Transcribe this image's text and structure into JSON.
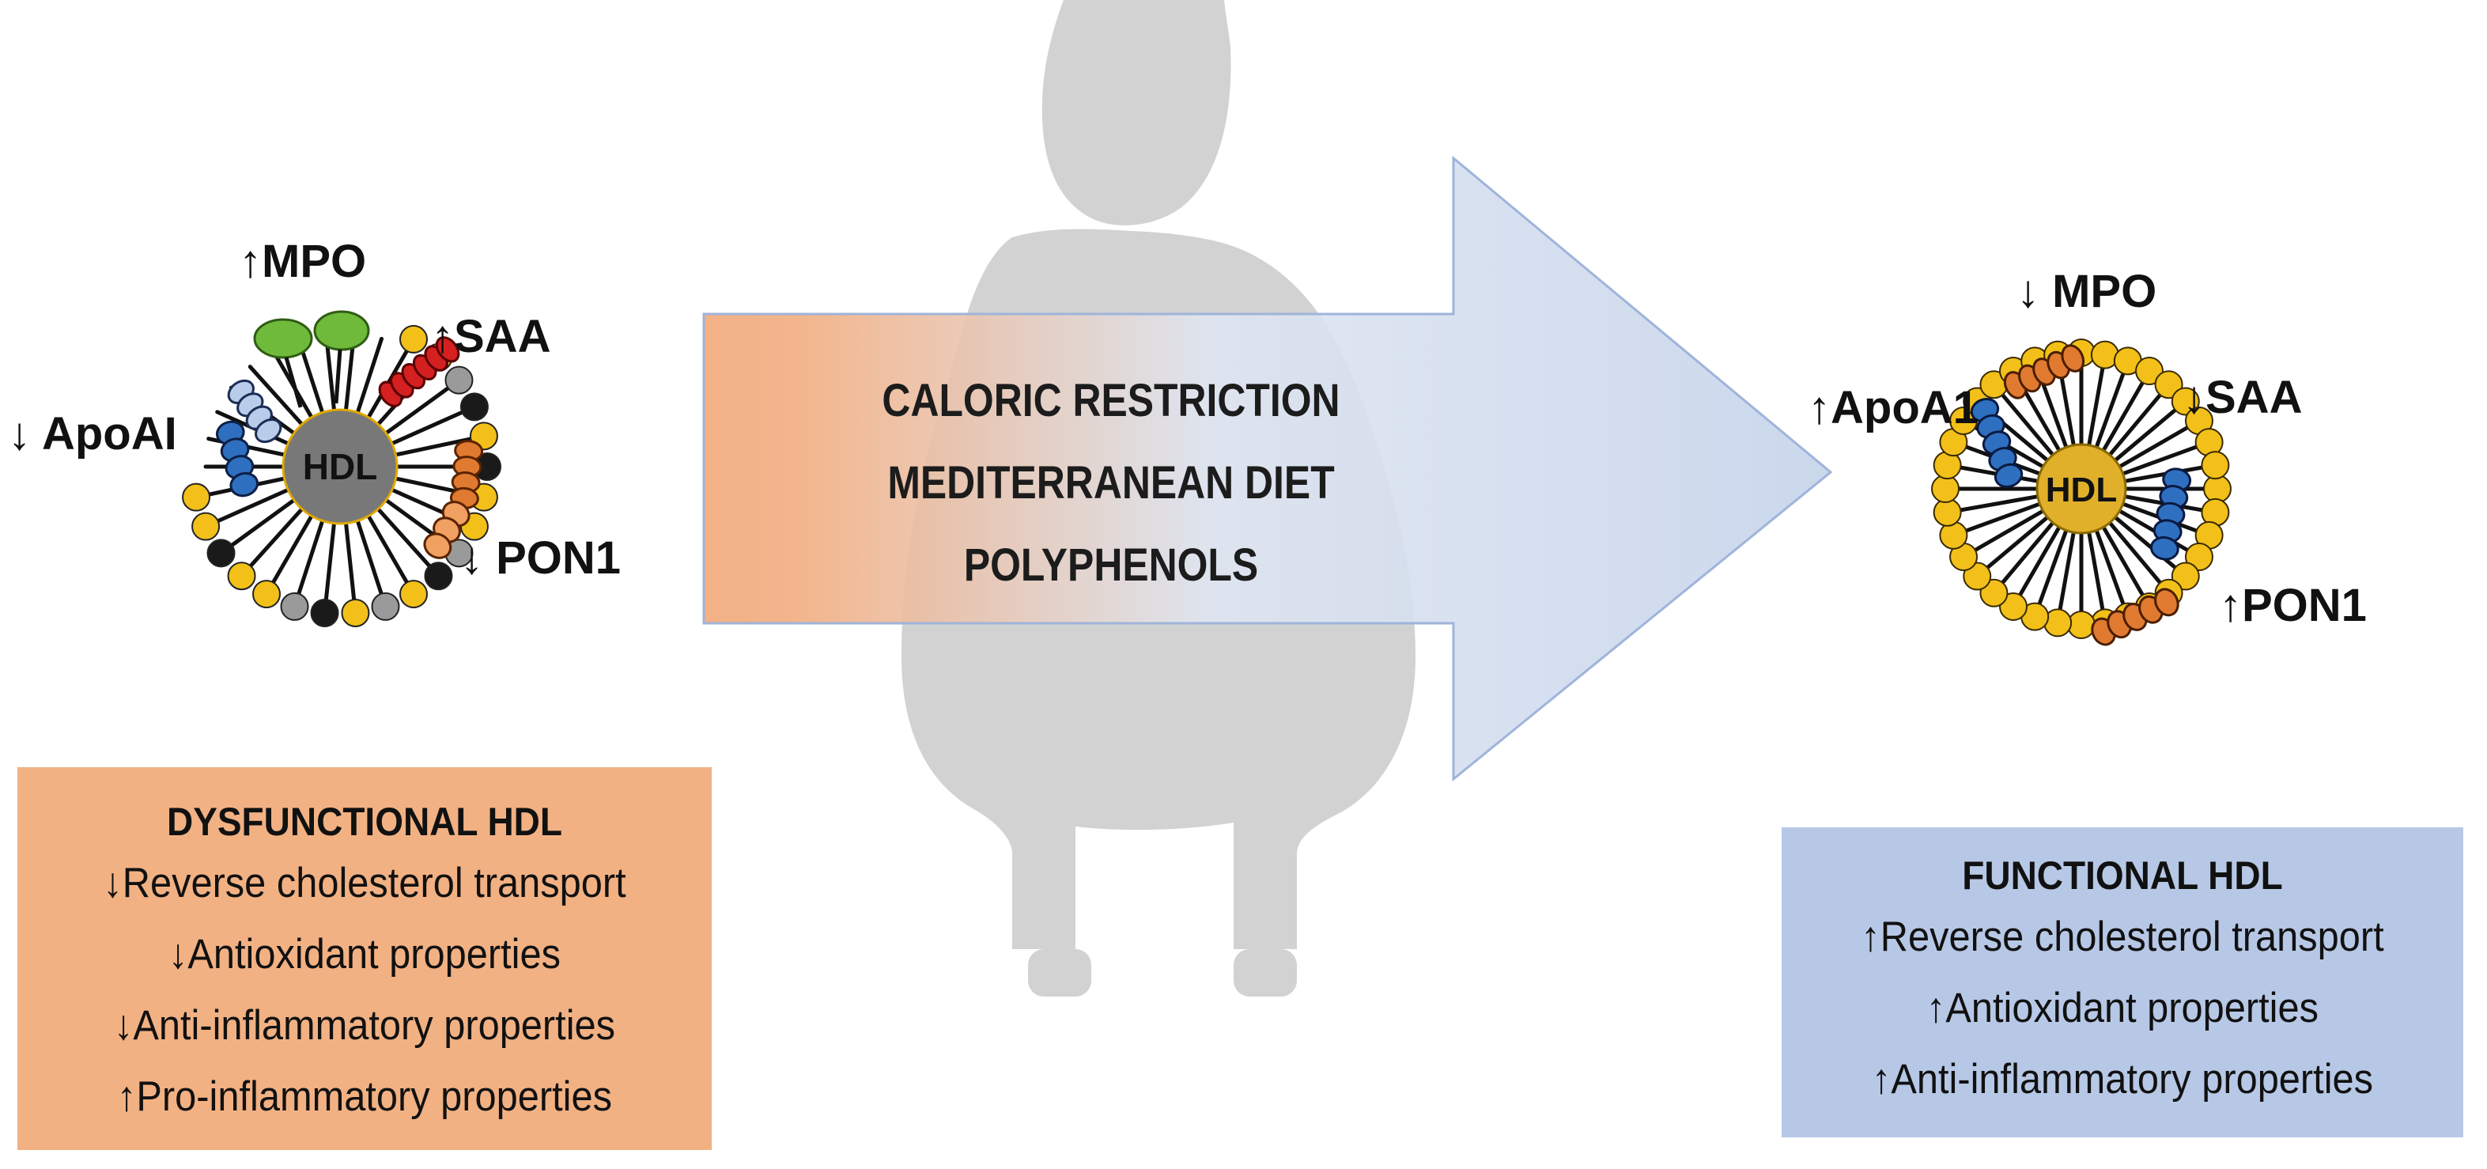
{
  "colors": {
    "dysfunctional_box": "#f2b183",
    "functional_box": "#b7c8e6",
    "arrow_start": "#f0a878",
    "arrow_end": "#c5d3ea",
    "silhouette": "#d2d2d2",
    "dysfunctional_core": "#787878",
    "functional_core": "#e0b02a",
    "apoa_blue": "#2f6fc0",
    "pon1_orange": "#e07a30",
    "saa_red": "#d42020",
    "mpo_green": "#6fba3a",
    "lipid_head_yellow": "#f2c019"
  },
  "icons": {
    "person": "person-silhouette-icon",
    "hdl_left": "dysfunctional-hdl-particle-icon",
    "hdl_right": "functional-hdl-particle-icon",
    "arrow": "right-arrow-icon"
  },
  "arrow": {
    "line1": "CALORIC RESTRICTION",
    "line2": "MEDITERRANEAN DIET",
    "line3": "POLYPHENOLS"
  },
  "left_particle": {
    "core_label": "HDL",
    "labels": {
      "mpo": "↑MPO",
      "saa": "↑SAA",
      "apoa": "↓ ApoAI",
      "pon1": "↓ PON1"
    }
  },
  "right_particle": {
    "core_label": "HDL",
    "labels": {
      "mpo": "↓ MPO",
      "saa": "↓SAA",
      "apoa": "↑ApoA1",
      "pon1": "↑PON1"
    }
  },
  "dysfunctional": {
    "title": "DYSFUNCTIONAL HDL",
    "items": [
      "↓Reverse cholesterol transport",
      "↓Antioxidant properties",
      "↓Anti-inflammatory properties",
      "↑Pro-inflammatory properties"
    ]
  },
  "functional": {
    "title": "FUNCTIONAL HDL",
    "items": [
      "↑Reverse cholesterol transport",
      "↑Antioxidant properties",
      "↑Anti-inflammatory properties"
    ]
  }
}
